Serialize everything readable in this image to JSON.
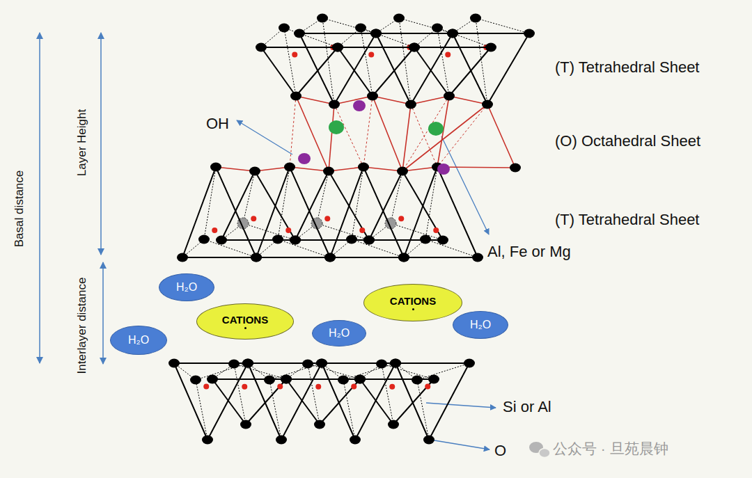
{
  "diagram": {
    "nodes": [
      {
        "text": [
          "H₂O"
        ]
      },
      {
        "text": [
          "CATIONS"
        ]
      },
      {
        "text": [
          "CATIONS"
        ]
      },
      {
        "text": [
          "H₂O"
        ]
      },
      {
        "text": [
          "H₂O"
        ]
      },
      {
        "text": [
          "H₂O"
        ]
      }
    ],
    "labels": [
      "(T) Tetrahedral Sheet",
      "(O) Octahedral Sheet",
      "(T) Tetrahedral Sheet",
      "OH",
      "Al, Fe or Mg",
      "Si or Al",
      "O",
      "Basal distance",
      "Layer Height",
      "Interlayer distance",
      "公众号 · 旦苑晨钟"
    ]
  }
}
